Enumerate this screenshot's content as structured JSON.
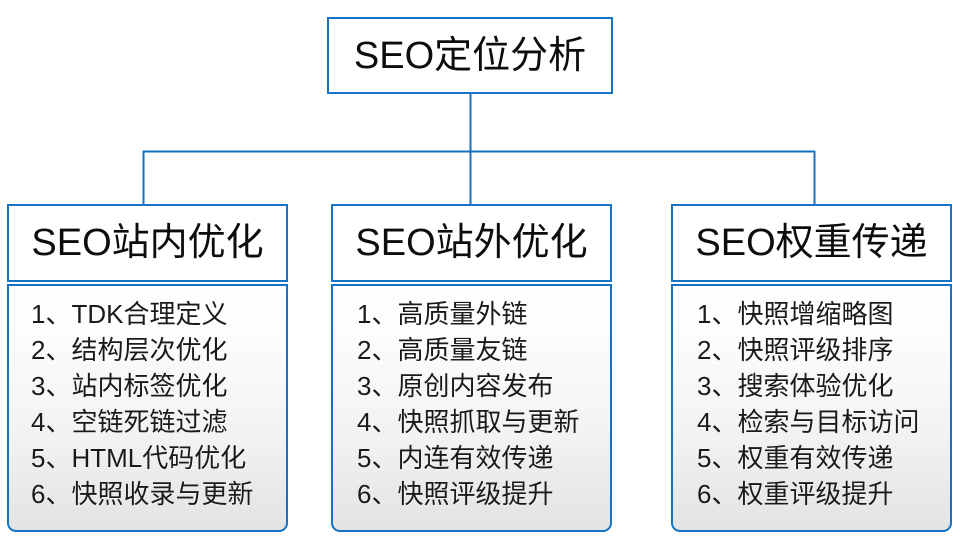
{
  "diagram": {
    "title": "SEO定位分析",
    "accent_color": "#1572c4",
    "text_color": "#0d0d0d",
    "root": {
      "label": "SEO定位分析"
    },
    "columns": [
      {
        "header": "SEO站内优化",
        "items": [
          "1、TDK合理定义",
          "2、结构层次优化",
          "3、站内标签优化",
          "4、空链死链过滤",
          "5、HTML代码优化",
          "6、快照收录与更新"
        ]
      },
      {
        "header": "SEO站外优化",
        "items": [
          "1、高质量外链",
          "2、高质量友链",
          "3、原创内容发布",
          "4、快照抓取与更新",
          "5、内连有效传递",
          "6、快照评级提升"
        ]
      },
      {
        "header": "SEO权重传递",
        "items": [
          "1、快照增缩略图",
          "2、快照评级排序",
          "3、搜索体验优化",
          "4、检索与目标访问",
          "5、权重有效传递",
          "6、权重评级提升"
        ]
      }
    ]
  }
}
